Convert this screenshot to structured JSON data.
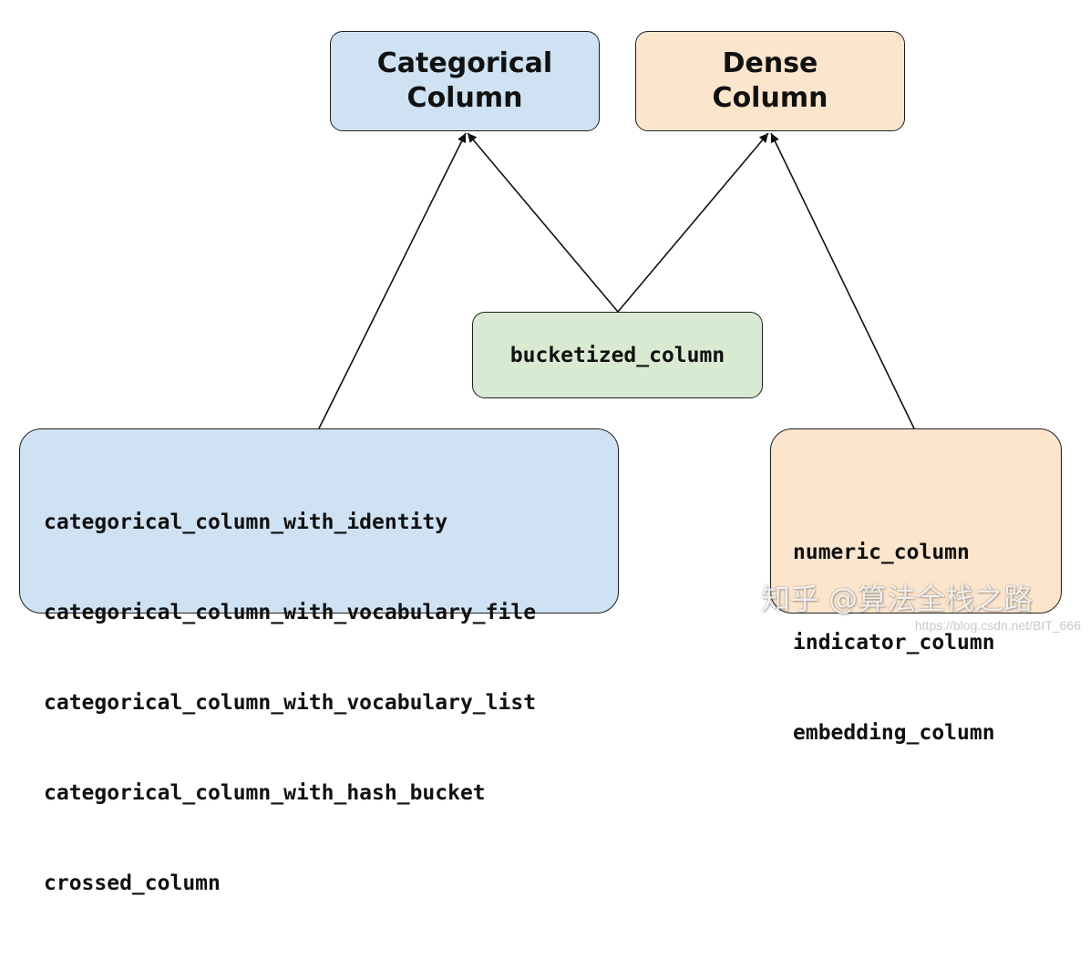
{
  "nodes": {
    "categorical": {
      "line1": "Categorical",
      "line2": "Column"
    },
    "dense": {
      "line1": "Dense",
      "line2": "Column"
    },
    "bucketized": {
      "label": "bucketized_column"
    },
    "categorical_list": {
      "items": [
        "categorical_column_with_identity",
        "categorical_column_with_vocabulary_file",
        "categorical_column_with_vocabulary_list",
        "categorical_column_with_hash_bucket",
        "crossed_column"
      ]
    },
    "dense_list": {
      "items": [
        "numeric_column",
        "indicator_column",
        "embedding_column"
      ]
    }
  },
  "edges": [
    {
      "from": "categorical_list",
      "to": "categorical"
    },
    {
      "from": "bucketized",
      "to": "categorical"
    },
    {
      "from": "bucketized",
      "to": "dense"
    },
    {
      "from": "dense_list",
      "to": "dense"
    }
  ],
  "colors": {
    "categorical": "#cfe2f3",
    "dense": "#fce5cd",
    "bucketized": "#d9ead3",
    "outline": "#1f1f1f"
  },
  "watermark": {
    "text": "知乎 @算法全栈之路",
    "url": "https://blog.csdn.net/BIT_666"
  }
}
